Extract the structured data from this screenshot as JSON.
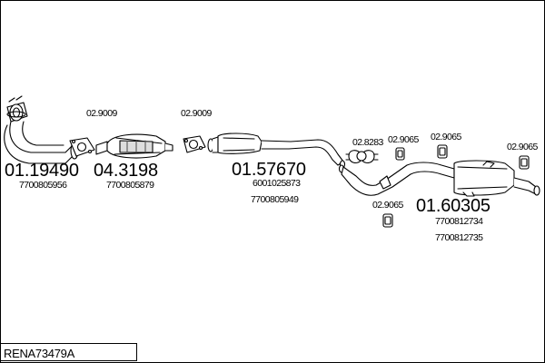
{
  "model_code": "RENA73479A",
  "part_numbers": {
    "p1": "01.19490",
    "p2": "04.3198",
    "p3": "01.57670",
    "p4": "01.60305"
  },
  "oem_refs": {
    "p1": "7700805956",
    "p2": "7700805879",
    "p3a": "6001025873",
    "p3b": "7700805949",
    "p4a": "7700812734",
    "p4b": "7700812735"
  },
  "accessories": {
    "gasket_1": "02.9009",
    "gasket_2": "02.9009",
    "clamp": "02.8283",
    "hanger_1": "02.9065",
    "hanger_2": "02.9065",
    "hanger_3": "02.9065",
    "hanger_4": "02.9065"
  }
}
